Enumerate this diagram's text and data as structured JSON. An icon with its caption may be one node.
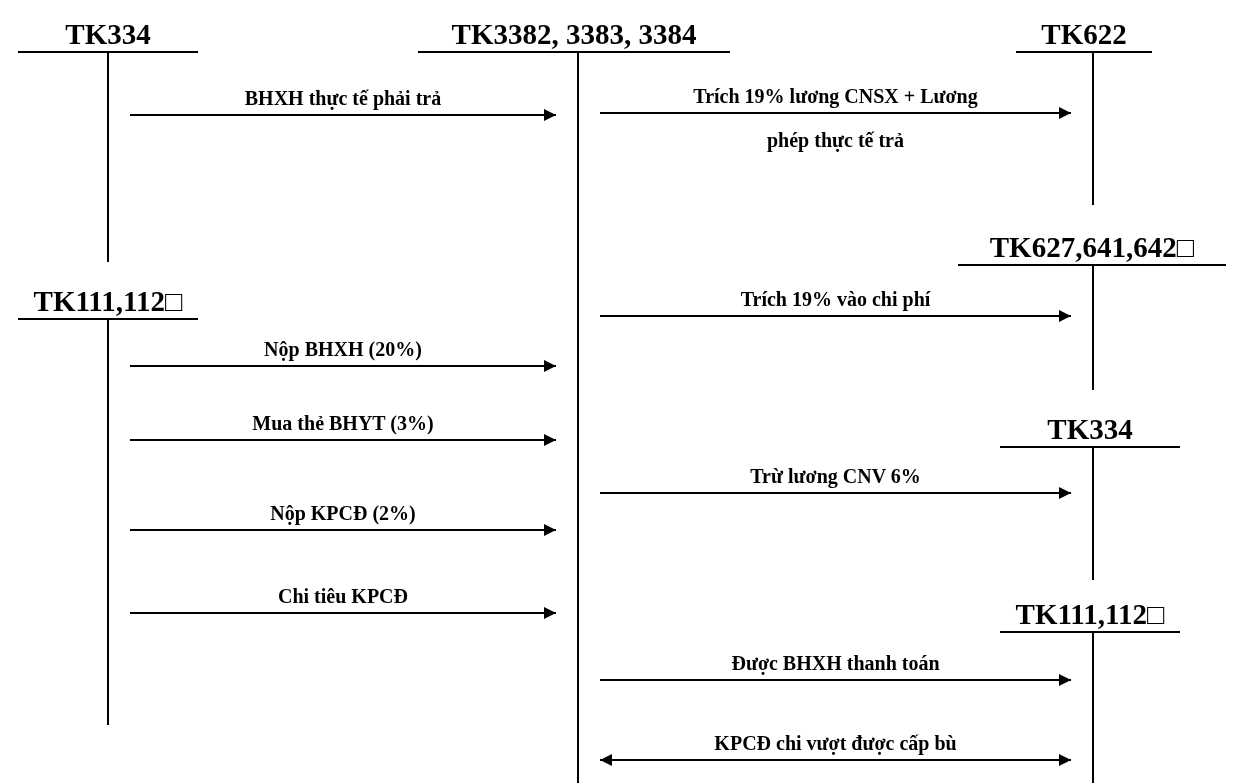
{
  "diagram": {
    "nodes": [
      {
        "text": [
          "TK334"
        ]
      },
      {
        "text": [
          "TK3382, 3383, 3384"
        ]
      },
      {
        "text": [
          "TK622"
        ]
      },
      {
        "text": [
          "TK111,112□"
        ]
      },
      {
        "text": [
          "TK627,641,642□"
        ]
      },
      {
        "text": [
          "TK334"
        ]
      },
      {
        "text": [
          "TK111,112□"
        ]
      }
    ],
    "edges": [
      {
        "from": 0,
        "to": 1,
        "arrow": "to",
        "label": "BHXH thực tế phải trả"
      },
      {
        "from": 1,
        "to": 2,
        "arrow": "to",
        "label": "Trích 19% lương CNSX + Lương phép thực tế trả"
      },
      {
        "from": 1,
        "to": 4,
        "arrow": "to",
        "label": "Trích 19% vào chi phí"
      },
      {
        "from": 3,
        "to": 1,
        "arrow": "to",
        "label": "Nộp BHXH (20%)"
      },
      {
        "from": 3,
        "to": 1,
        "arrow": "to",
        "label": "Mua thẻ BHYT (3%)"
      },
      {
        "from": 1,
        "to": 5,
        "arrow": "to",
        "label": "Trừ lương CNV 6%"
      },
      {
        "from": 3,
        "to": 1,
        "arrow": "to",
        "label": "Nộp KPCĐ (2%)"
      },
      {
        "from": 3,
        "to": 1,
        "arrow": "to",
        "label": "Chi tiêu KPCĐ"
      },
      {
        "from": 1,
        "to": 6,
        "arrow": "to",
        "label": "Được BHXH thanh toán"
      },
      {
        "from": 1,
        "to": 6,
        "arrow": "both",
        "label": "KPCĐ chi vượt được cấp bù"
      }
    ]
  }
}
